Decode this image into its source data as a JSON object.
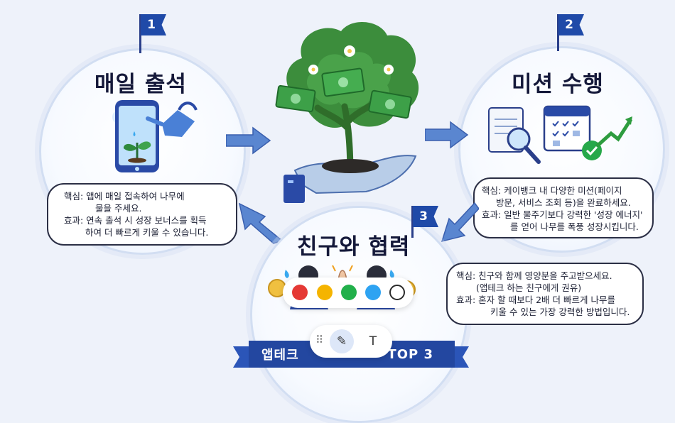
{
  "steps": [
    {
      "number": "1",
      "title": "매일 출석",
      "lines": [
        "핵심: 앱에 매일 접속하여 나무에",
        "물을 주세요.",
        "효과: 연속 출석 시 성장 보너스를 획득",
        "하여 더 빠르게 키울 수 있습니다."
      ]
    },
    {
      "number": "2",
      "title": "미션 수행",
      "lines": [
        "핵심: 케이뱅크 내 다양한 미션(페이지",
        "방문, 서비스 조회 등)을 완료하세요.",
        "효과: 일반 물주기보다 강력한 '성장 에너지'",
        "를 얻어 나무를 폭풍 성장시킵니다."
      ]
    },
    {
      "number": "3",
      "title": "친구와 협력",
      "lines": [
        "핵심: 친구와 함께 영양분을 주고받으세요.",
        "(앱테크 하는 친구에게 권유)",
        "효과: 혼자 할 때보다 2배 더 빠르게 나무를",
        "키울 수 있는 가장 강력한 방법입니다."
      ]
    }
  ],
  "banner": {
    "left": "앱테크",
    "right": "TOP 3"
  },
  "toolbar": {
    "colors": [
      "#e53935",
      "#f5b400",
      "#22b04b",
      "#2ea3f2",
      "#ffffff"
    ],
    "tools": [
      {
        "icon": "drag-handle-icon",
        "glyph": "⠿"
      },
      {
        "icon": "pen-tool-icon",
        "glyph": "✎"
      },
      {
        "icon": "text-tool-icon",
        "glyph": "T"
      }
    ]
  }
}
